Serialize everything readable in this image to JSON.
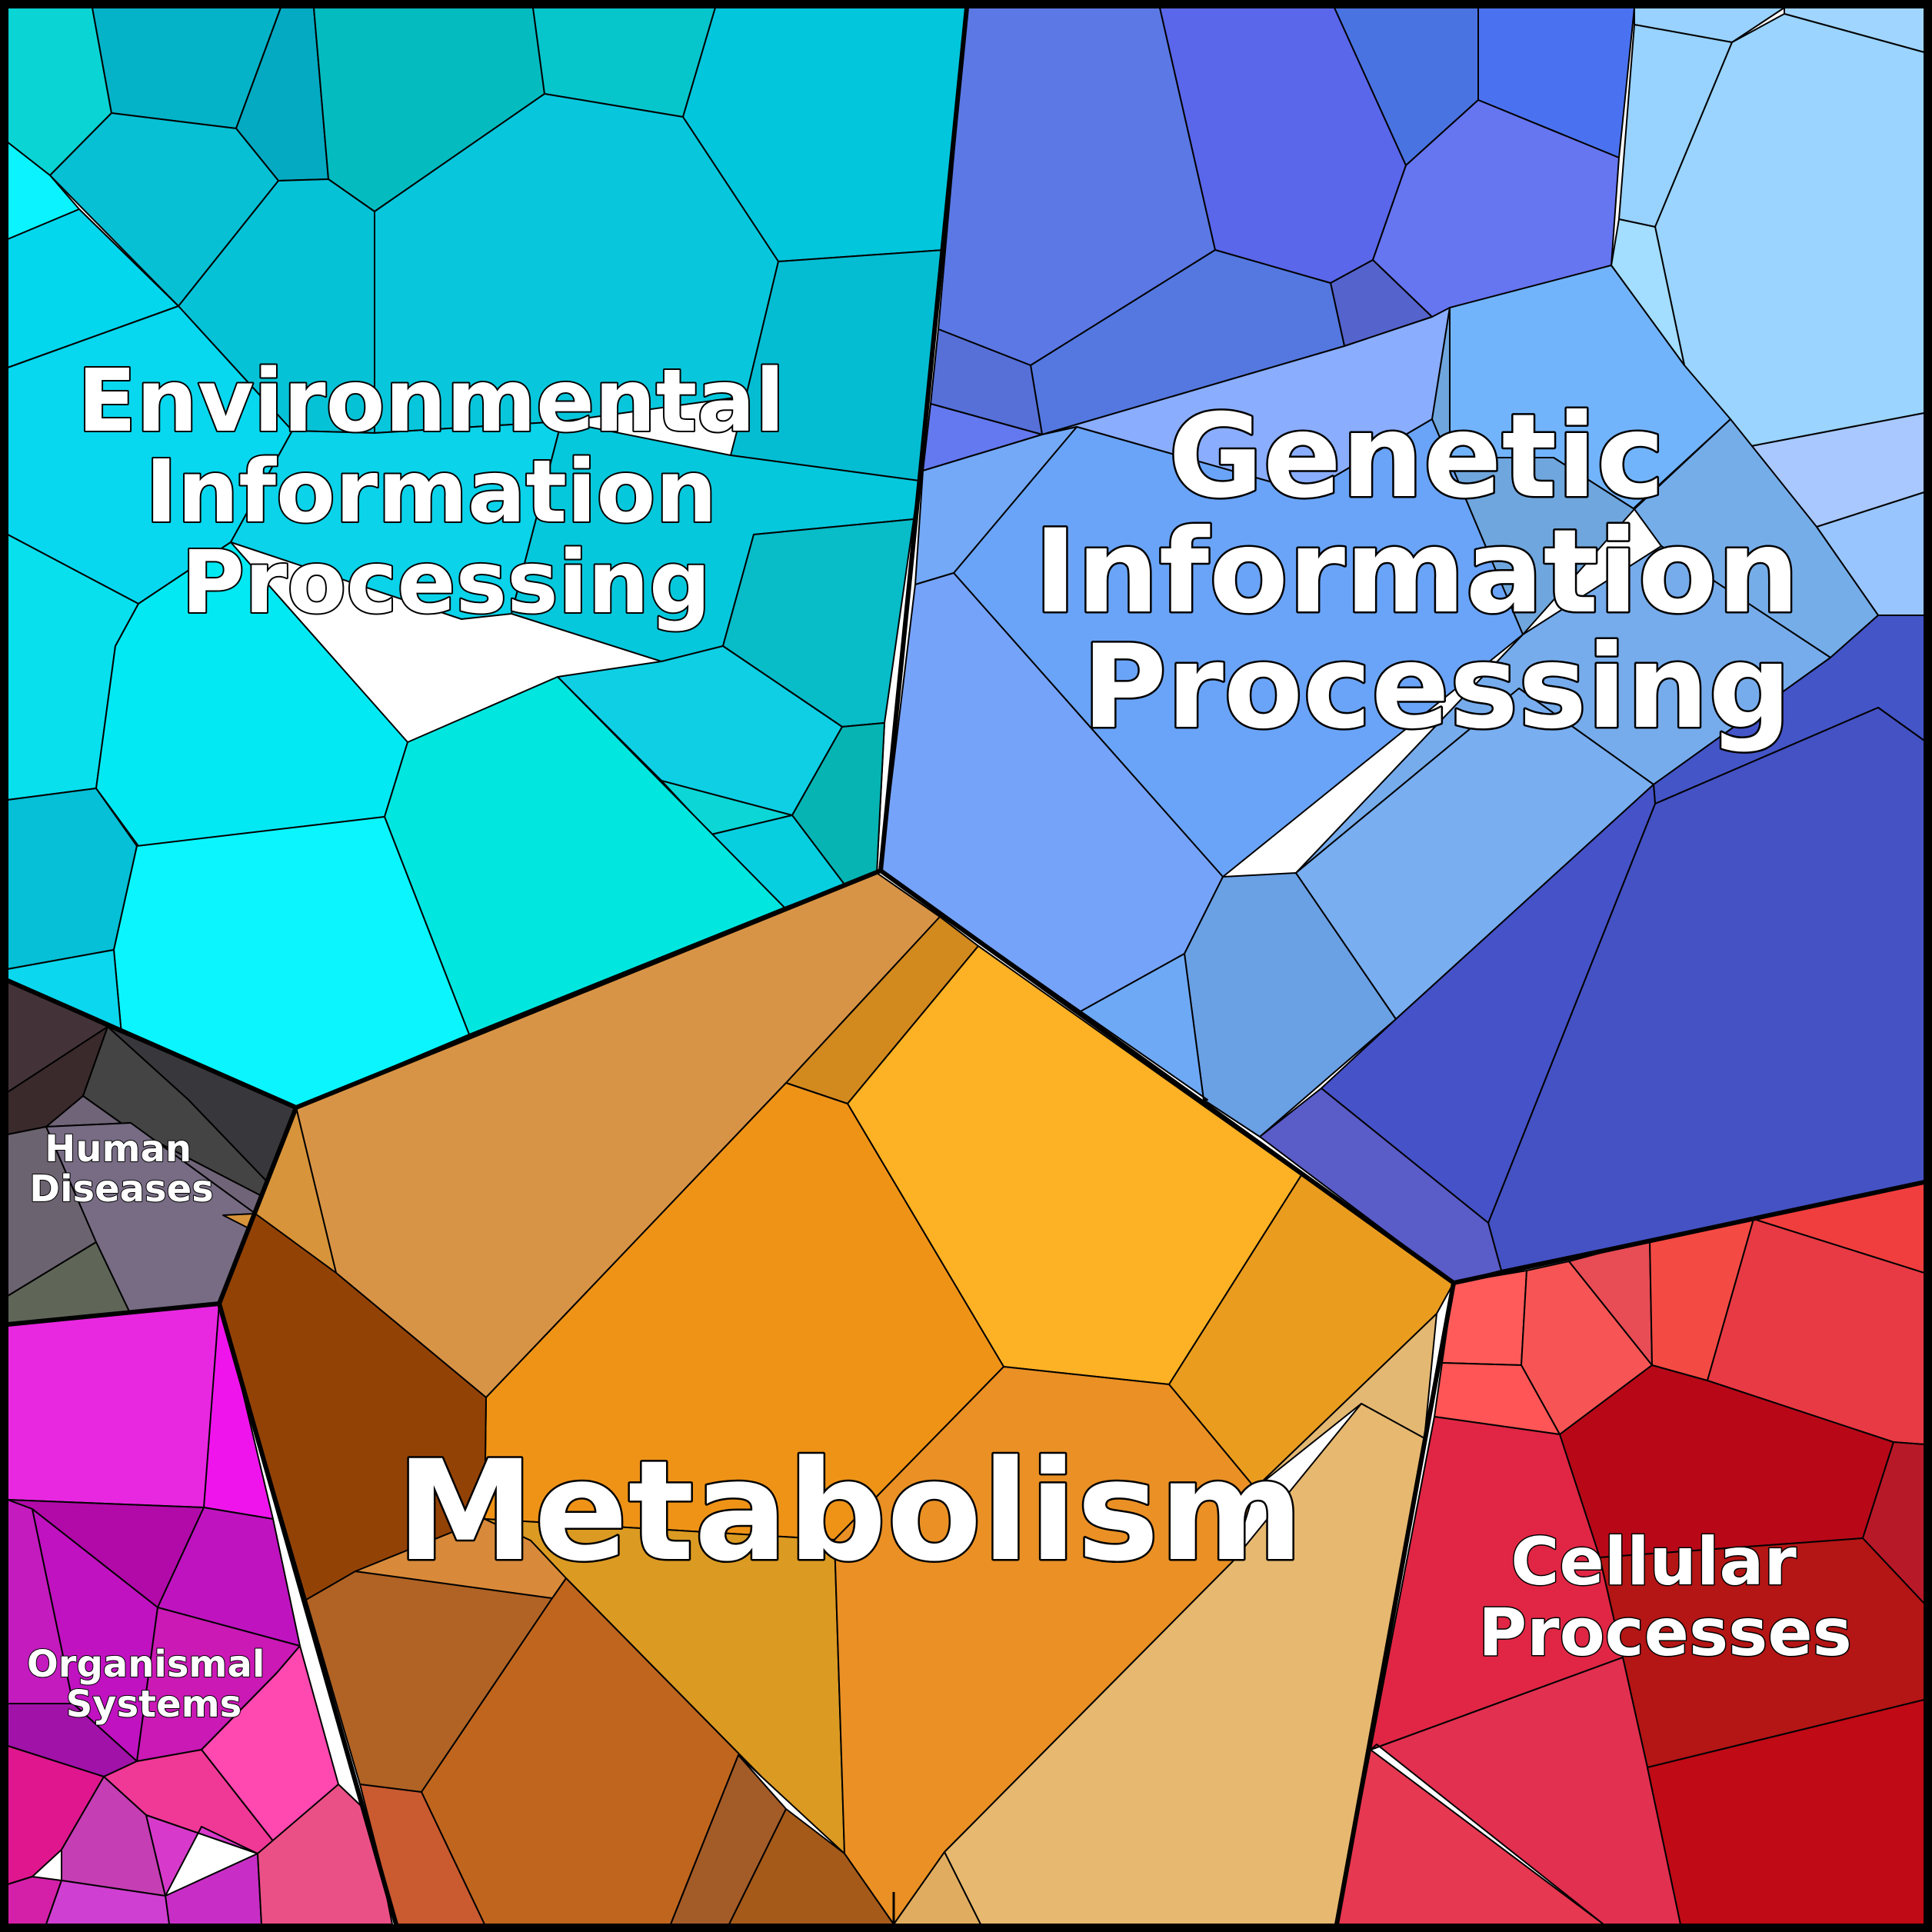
{
  "diagram": {
    "type": "voronoi-treemap",
    "regions": [
      {
        "id": "environmental",
        "label_lines": [
          "Environmental",
          "Information",
          "Processing"
        ],
        "color": "#0bc4da"
      },
      {
        "id": "genetic",
        "label_lines": [
          "Genetic",
          "Information",
          "Processing"
        ],
        "color": "#6a9cf6"
      },
      {
        "id": "metabolism",
        "label_lines": [
          "Metabolism"
        ],
        "color": "#ef9a1e"
      },
      {
        "id": "human",
        "label_lines": [
          "Human",
          "Diseases"
        ],
        "color": "#6f6672"
      },
      {
        "id": "organismal",
        "label_lines": [
          "Organismal",
          "Systems"
        ],
        "color": "#e028c8"
      },
      {
        "id": "cellular",
        "label_lines": [
          "Cellular",
          "Processes"
        ],
        "color": "#d81b3a"
      }
    ]
  }
}
